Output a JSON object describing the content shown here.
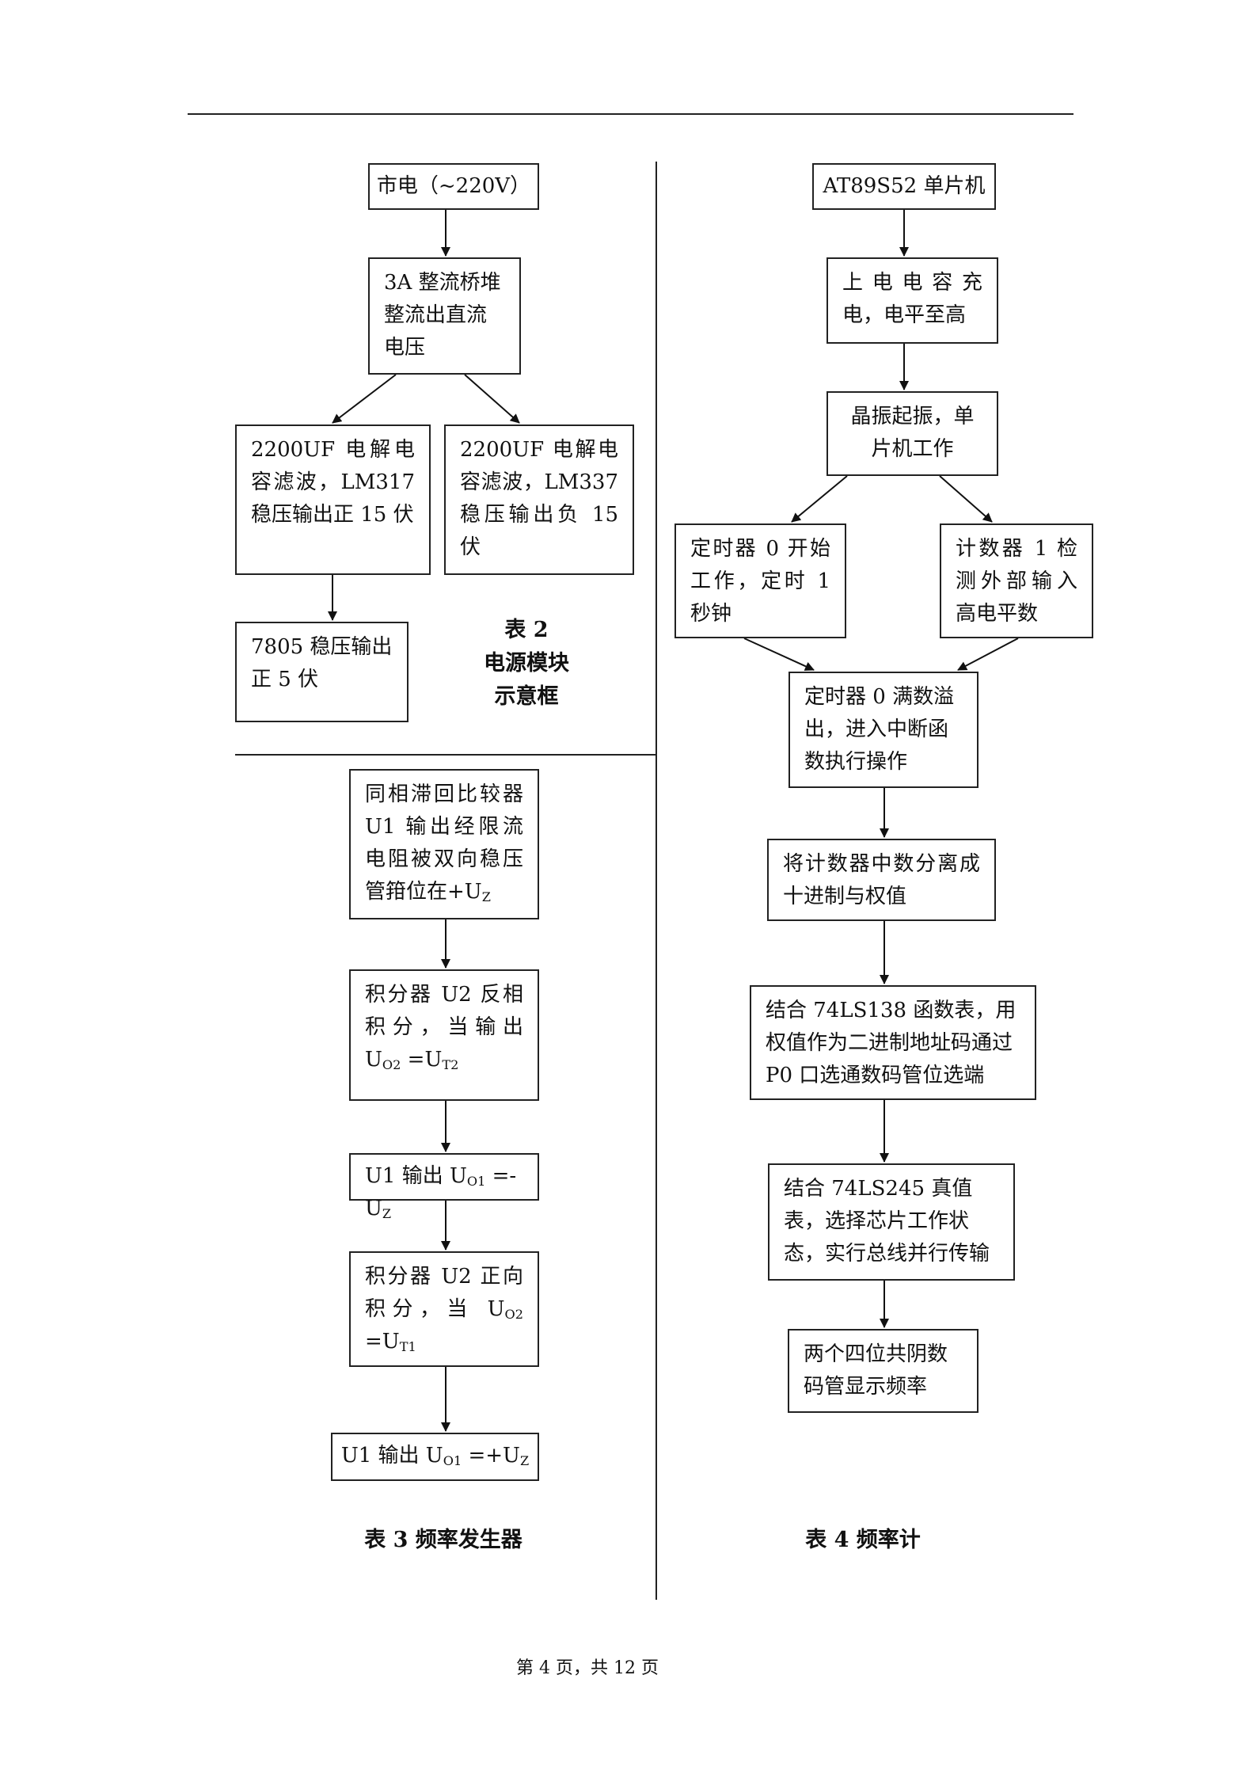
{
  "power_module": {
    "caption_line1": "表 2",
    "caption_line2": "电源模块",
    "caption_line3": "示意框",
    "mains": "市电（~220V）",
    "rectifier": "3A 整流桥堆整流出直流电压",
    "positive_reg": "2200UF 电解电容滤波，LM317 稳压输出正 15 伏",
    "negative_reg": "2200UF 电解电容滤波，LM337 稳压输出负 15 伏",
    "reg_7805": "7805 稳压输出正 5 伏"
  },
  "frequency_generator": {
    "caption": "表 3 频率发生器",
    "step1": "同相滞回比较器 U1 输出经限流电阻被双向稳压管箝位在+U",
    "step1_sub": "Z",
    "step2_a": "积分器 U2 反相积分，当输出 U",
    "step2_sub1": "O2",
    "step2_b": " =U",
    "step2_sub2": "T2",
    "step3_a": "U1 输出 U",
    "step3_sub1": "O1",
    "step3_b": " =-U",
    "step3_sub2": "Z",
    "step4_a": "积分器 U2 正向积分，当 U",
    "step4_sub1": "O2",
    "step4_b": " =U",
    "step4_sub2": "T1",
    "step5_a": "U1 输出 U",
    "step5_sub1": "O1",
    "step5_b": " =+U",
    "step5_sub2": "Z"
  },
  "frequency_meter": {
    "caption": "表 4 频率计",
    "mcu": "AT89S52 单片机",
    "power_on": "上电电容充电，电平至高",
    "crystal": "晶振起振，单片机工作",
    "timer0": "定时器 0 开始工作，定时 1 秒钟",
    "counter1": "计数器 1 检测外部输入高电平数",
    "overflow": "定时器 0 满数溢出，进入中断函数执行操作",
    "separate": "将计数器中数分离成十进制与权值",
    "ls138": "结合 74LS138 函数表，用权值作为二进制地址码通过 P0 口选通数码管位选端",
    "ls245": "结合 74LS245 真值表，选择芯片工作状态，实行总线并行传输",
    "display": "两个四位共阴数码管显示频率"
  },
  "footer": "第 4 页，共 12 页"
}
